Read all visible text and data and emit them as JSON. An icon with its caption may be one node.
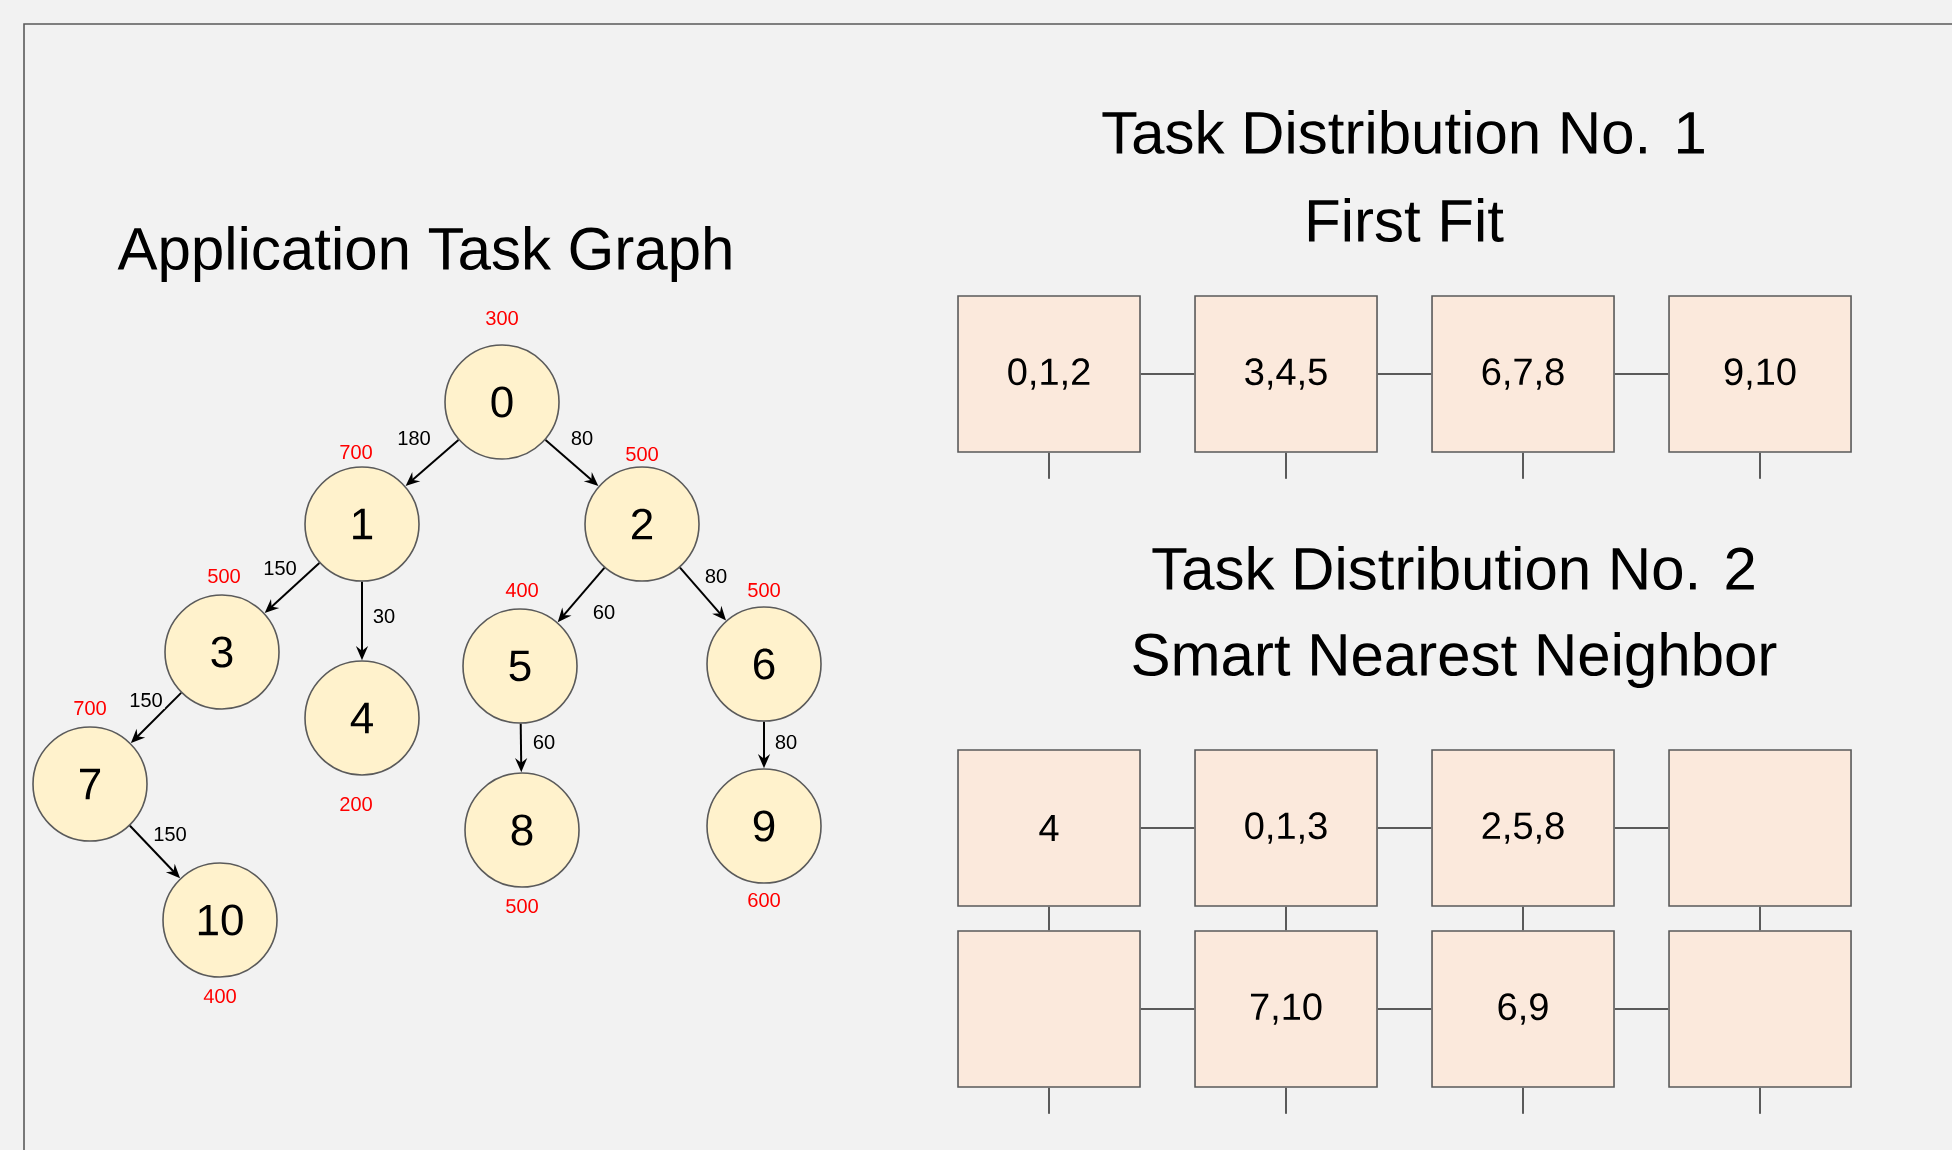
{
  "diagram": {
    "nodes": [
      {
        "text": [
          "0"
        ],
        "beside": [
          "300"
        ]
      },
      {
        "text": [
          "1"
        ],
        "beside": [
          "700"
        ]
      },
      {
        "text": [
          "2"
        ],
        "beside": [
          "500"
        ]
      },
      {
        "text": [
          "3"
        ],
        "beside": [
          "500"
        ]
      },
      {
        "text": [
          "4"
        ],
        "beside": [
          "200"
        ]
      },
      {
        "text": [
          "5"
        ],
        "beside": [
          "400"
        ]
      },
      {
        "text": [
          "6"
        ],
        "beside": [
          "500"
        ]
      },
      {
        "text": [
          "7"
        ],
        "beside": [
          "700"
        ]
      },
      {
        "text": [
          "8"
        ],
        "beside": [
          "500"
        ]
      },
      {
        "text": [
          "9"
        ],
        "beside": [
          "600"
        ]
      },
      {
        "text": [
          "10"
        ],
        "beside": [
          "400"
        ]
      },
      {
        "text": [
          "0,1,2"
        ]
      },
      {
        "text": [
          "3,4,5"
        ]
      },
      {
        "text": [
          "6,7,8"
        ]
      },
      {
        "text": [
          "9,10"
        ]
      },
      {
        "text": [
          "4"
        ]
      },
      {
        "text": [
          "0,1,3"
        ]
      },
      {
        "text": [
          "2,5,8"
        ]
      },
      {
        "text": [],
        "shape": "box"
      },
      {
        "text": [],
        "shape": "box"
      },
      {
        "text": [
          "7,10"
        ]
      },
      {
        "text": [
          "6,9"
        ]
      },
      {
        "text": [],
        "shape": "box"
      }
    ],
    "edges": [
      {
        "from": 0,
        "to": 1,
        "arrow": "to",
        "label": "180",
        "color": "#000000"
      },
      {
        "from": 0,
        "to": 2,
        "arrow": "to",
        "label": "80",
        "color": "#000000"
      },
      {
        "from": 1,
        "to": 3,
        "arrow": "to",
        "label": "150",
        "color": "#000000"
      },
      {
        "from": 1,
        "to": 4,
        "arrow": "to",
        "label": "30",
        "color": "#000000"
      },
      {
        "from": 2,
        "to": 5,
        "arrow": "to",
        "label": "60",
        "color": "#000000"
      },
      {
        "from": 2,
        "to": 6,
        "arrow": "to",
        "label": "80",
        "color": "#000000"
      },
      {
        "from": 3,
        "to": 7,
        "arrow": "to",
        "label": "150",
        "color": "#000000"
      },
      {
        "from": 5,
        "to": 8,
        "arrow": "to",
        "label": "60",
        "color": "#000000"
      },
      {
        "from": 6,
        "to": 9,
        "arrow": "to",
        "label": "80",
        "color": "#000000"
      },
      {
        "from": 7,
        "to": 10,
        "arrow": "to",
        "label": "150",
        "color": "#000000"
      },
      {
        "from": 11,
        "to": 12,
        "arrow": "none"
      },
      {
        "from": 12,
        "to": 13,
        "arrow": "none"
      },
      {
        "from": 13,
        "to": 14,
        "arrow": "none"
      },
      {
        "from": 11,
        "to": null,
        "arrow": "none"
      },
      {
        "from": 12,
        "to": null,
        "arrow": "none"
      },
      {
        "from": 13,
        "to": null,
        "arrow": "none"
      },
      {
        "from": 14,
        "to": null,
        "arrow": "none"
      },
      {
        "from": 15,
        "to": 16,
        "arrow": "none"
      },
      {
        "from": 16,
        "to": 17,
        "arrow": "none"
      },
      {
        "from": 17,
        "to": 18,
        "arrow": "none"
      },
      {
        "from": 15,
        "to": 19,
        "arrow": "none"
      },
      {
        "from": 16,
        "to": 20,
        "arrow": "none"
      },
      {
        "from": 17,
        "to": 21,
        "arrow": "none"
      },
      {
        "from": 18,
        "to": 22,
        "arrow": "none"
      },
      {
        "from": 19,
        "to": 20,
        "arrow": "none"
      },
      {
        "from": 20,
        "to": 21,
        "arrow": "none"
      },
      {
        "from": 21,
        "to": 22,
        "arrow": "none"
      },
      {
        "from": 19,
        "to": null,
        "arrow": "none"
      },
      {
        "from": 20,
        "to": null,
        "arrow": "none"
      },
      {
        "from": 21,
        "to": null,
        "arrow": "none"
      },
      {
        "from": 22,
        "to": null,
        "arrow": "none"
      }
    ],
    "labels": [
      "Task Distribution No. 1",
      "First Fit",
      "Application Task Graph",
      "Task Distribution No. 2",
      "Smart Nearest Neighbor"
    ]
  }
}
